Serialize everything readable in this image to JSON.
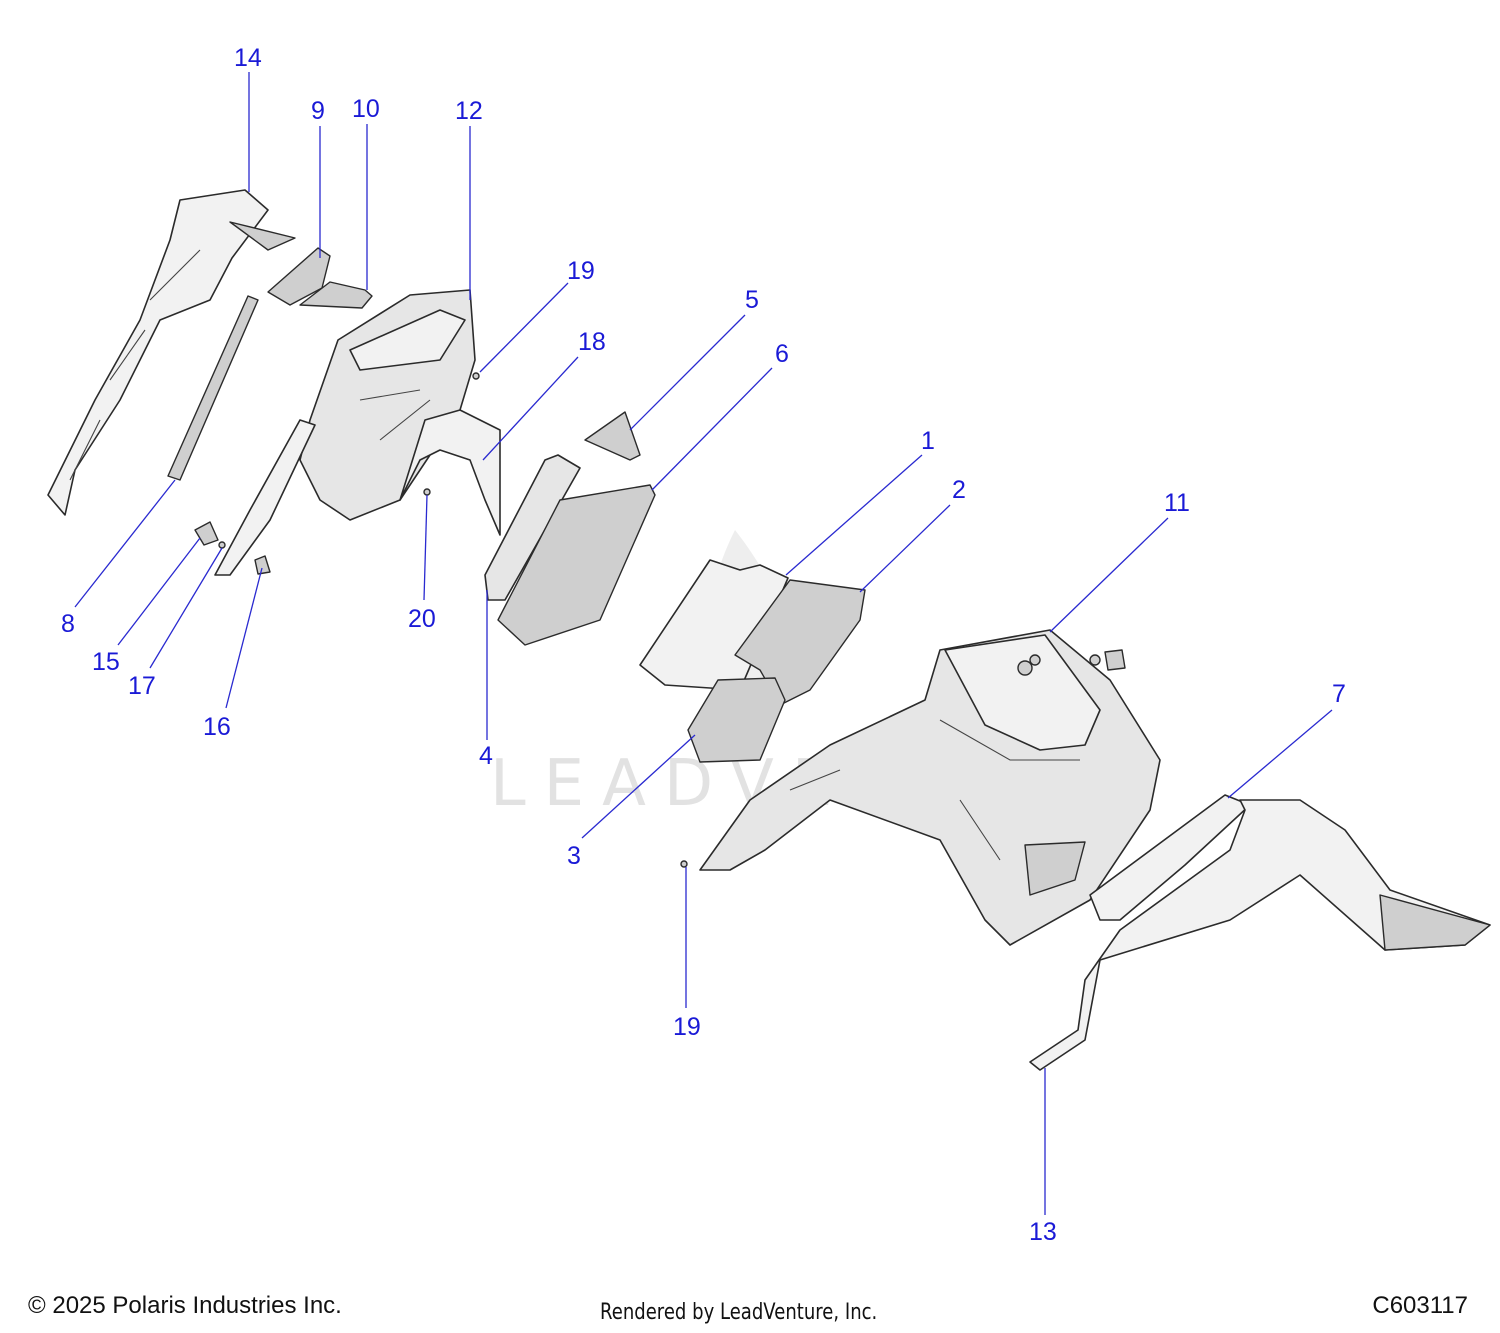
{
  "watermark": {
    "text": "LEADVENTURE"
  },
  "callouts": {
    "c1": "1",
    "c2": "2",
    "c3": "3",
    "c4": "4",
    "c5": "5",
    "c6": "6",
    "c7": "7",
    "c8": "8",
    "c9": "9",
    "c10": "10",
    "c11": "11",
    "c12": "12",
    "c13": "13",
    "c14": "14",
    "c15": "15",
    "c16": "16",
    "c17": "17",
    "c18": "18",
    "c19a": "19",
    "c19b": "19",
    "c20": "20"
  },
  "footer": {
    "copyright": "© 2025 Polaris Industries Inc.",
    "rendered_by": "Rendered by LeadVenture, Inc.",
    "diagram_code": "C603117"
  },
  "colors": {
    "callout": "#1a1ad6",
    "part_fill": "#e6e6e6",
    "outline": "#2b2b2b"
  }
}
